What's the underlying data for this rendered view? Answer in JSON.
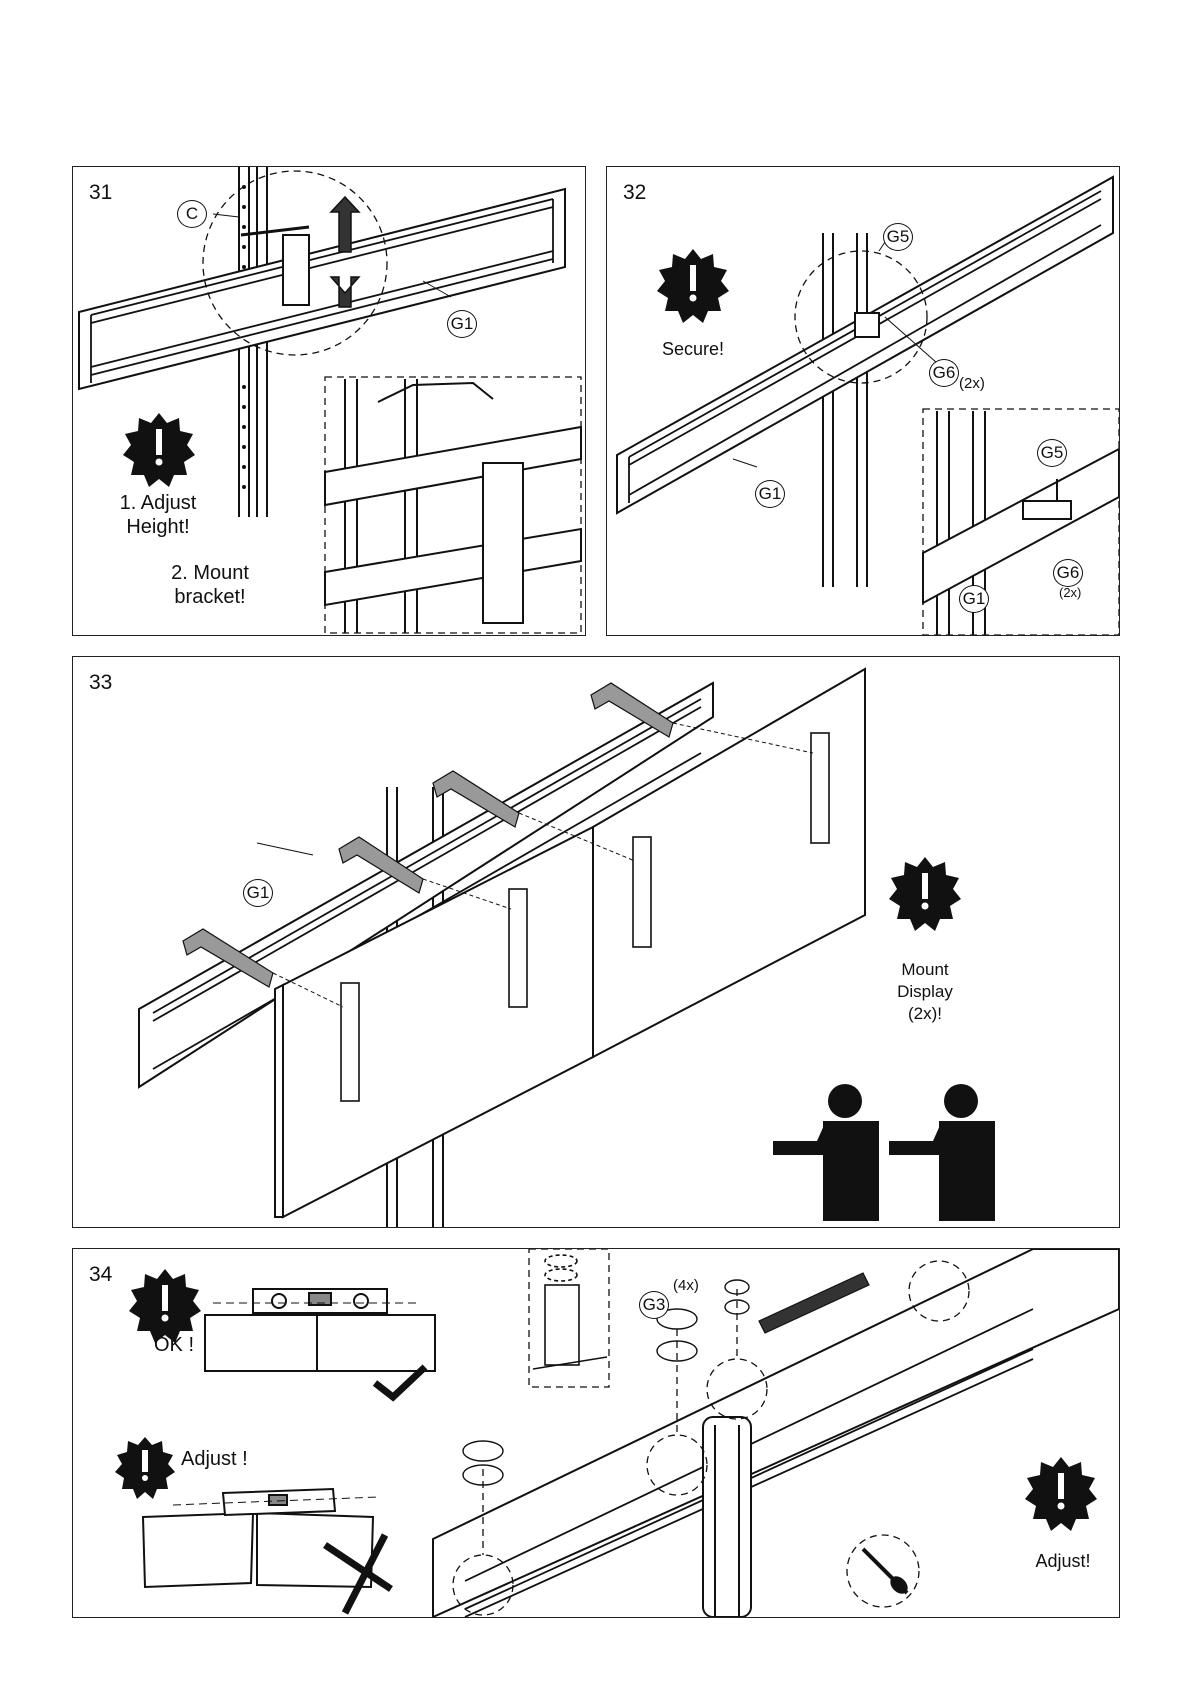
{
  "steps": [
    {
      "number": "31",
      "callouts": {
        "c": "C",
        "g1": "G1"
      },
      "warning_text": [
        "1. Adjust",
        "Height!"
      ],
      "instruction_text": [
        "2. Mount",
        "bracket!"
      ]
    },
    {
      "number": "32",
      "callouts": {
        "g5": "G5",
        "g6": "G6",
        "g1": "G1",
        "g5_inset": "G5",
        "g6_inset": "G6",
        "g1_inset": "G1"
      },
      "quantity": "(2x)",
      "quantity_inset": "(2x)",
      "warning_text": "Secure!"
    },
    {
      "number": "33",
      "callouts": {
        "g1": "G1"
      },
      "warning_text": [
        "Mount",
        "Display",
        "(2x)!"
      ]
    },
    {
      "number": "34",
      "ok_text": "OK !",
      "adjust_left_text": "Adjust !",
      "callouts": {
        "g3": "G3"
      },
      "quantity": "(4x)",
      "adjust_right_text": "Adjust!"
    }
  ],
  "icons": [
    "warning-burst-icon",
    "checkmark-icon",
    "cross-icon",
    "person-icon",
    "screwdriver-icon",
    "rotate-icon"
  ]
}
